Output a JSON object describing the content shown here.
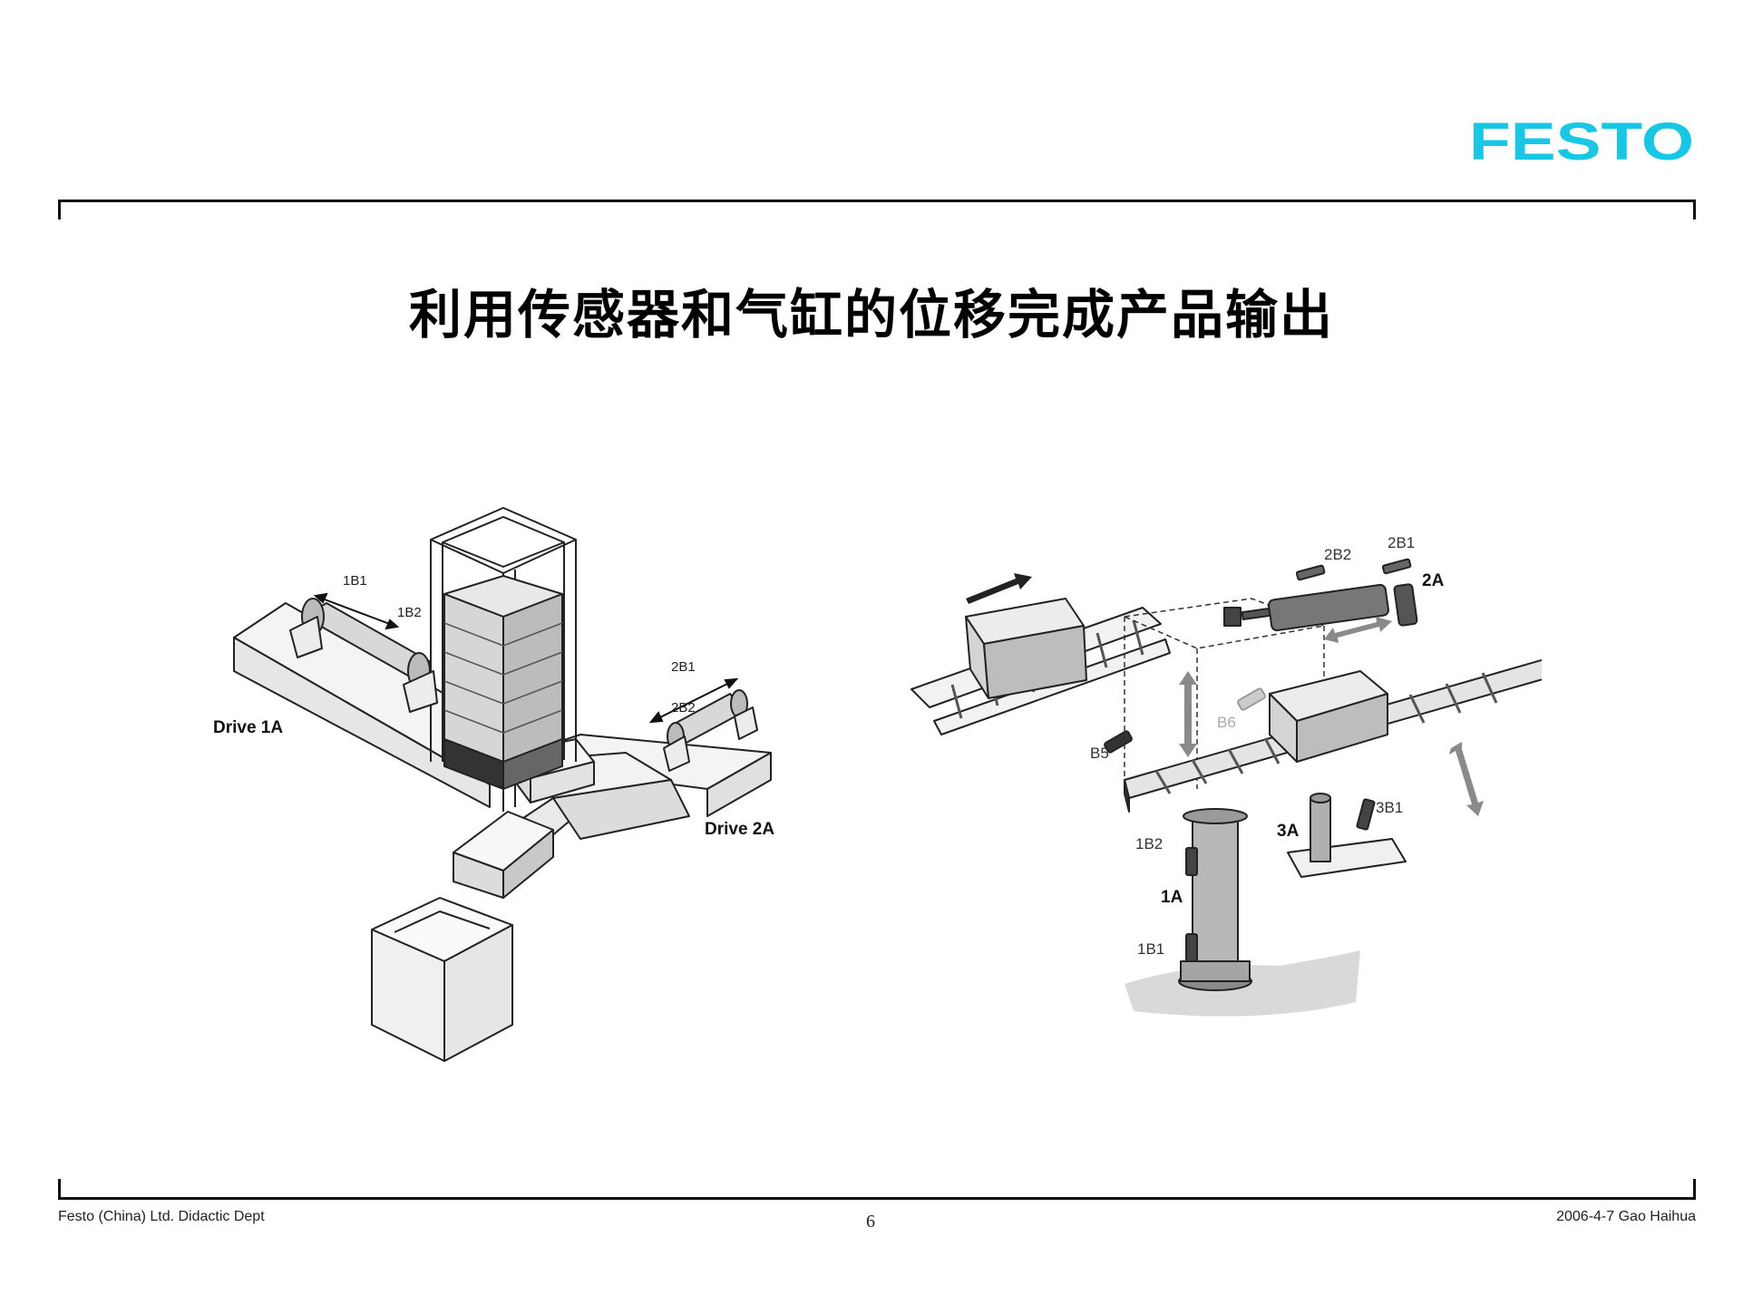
{
  "header": {
    "logo_text": "FESTO",
    "brand_color": "#17c8e6"
  },
  "slide": {
    "title": "利用传感器和气缸的位移完成产品输出"
  },
  "figure_left": {
    "labels": {
      "drive1": "Drive 1A",
      "drive2": "Drive 2A",
      "s1b1": "1B1",
      "s1b2": "1B2",
      "s2b1": "2B1",
      "s2b2": "2B2"
    }
  },
  "figure_right": {
    "labels": {
      "s2b2": "2B2",
      "s2b1": "2B1",
      "a2": "2A",
      "b6": "B6",
      "b5": "B5",
      "s3b1": "3B1",
      "a3": "3A",
      "s1b2": "1B2",
      "a1": "1A",
      "s1b1": "1B1"
    }
  },
  "footer": {
    "left": "Festo (China) Ltd. Didactic Dept",
    "page": "6",
    "right": "2006-4-7  Gao Haihua"
  }
}
